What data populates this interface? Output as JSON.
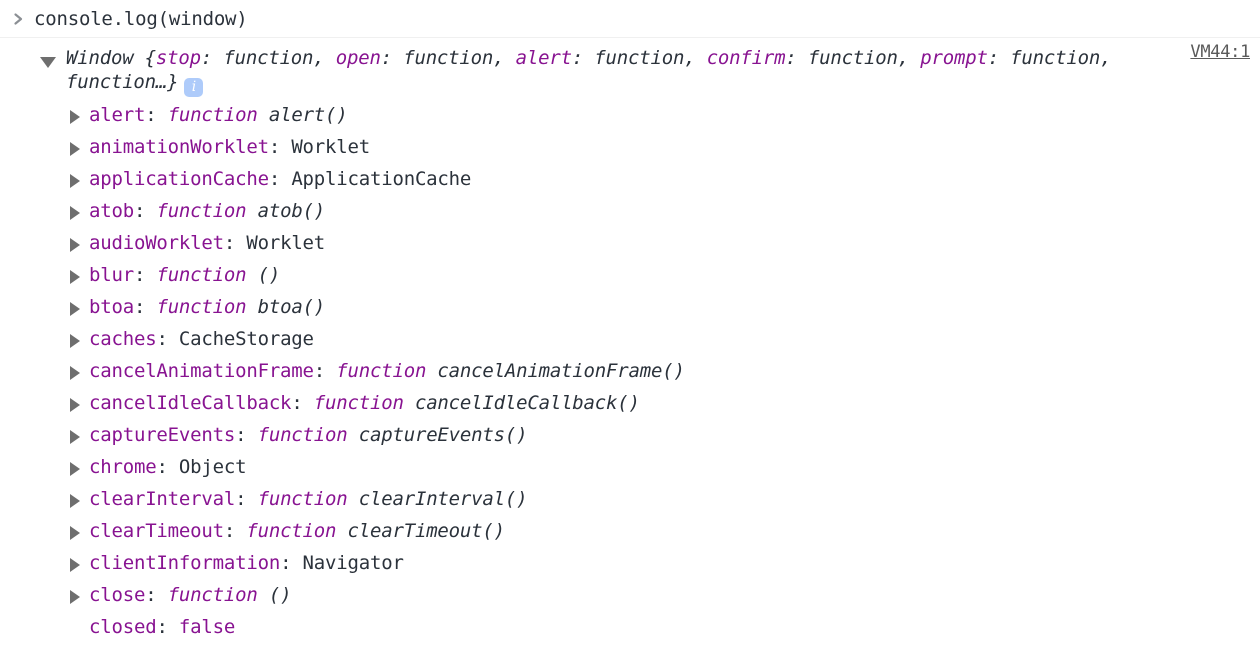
{
  "colors": {
    "property": "#881391",
    "text": "#2b323b",
    "link": "#5a5a5a",
    "triangle": "#6e6e6e",
    "info_badge": "#aecbfa",
    "divider": "#f0f0f0"
  },
  "prompt": {
    "caret_icon": "chevron-right-icon",
    "input_value": "console.log(window)"
  },
  "result": {
    "source_link": "VM44:1",
    "expand_icon": "triangle-down-icon",
    "info_icon": "info-badge-icon",
    "preview": {
      "constructor": "Window {",
      "entries": [
        {
          "key": "stop",
          "value": "function"
        },
        {
          "key": "open",
          "value": "function"
        },
        {
          "key": "alert",
          "value": "function"
        },
        {
          "key": "confirm",
          "value": "function"
        },
        {
          "key": "prompt",
          "value": "function"
        }
      ],
      "ellipsis_close": "function…}"
    },
    "properties": [
      {
        "expandable": true,
        "key": "alert",
        "kind": "function",
        "keyword": "function",
        "signature": "alert()"
      },
      {
        "expandable": true,
        "key": "animationWorklet",
        "kind": "object",
        "value": "Worklet"
      },
      {
        "expandable": true,
        "key": "applicationCache",
        "kind": "object",
        "value": "ApplicationCache"
      },
      {
        "expandable": true,
        "key": "atob",
        "kind": "function",
        "keyword": "function",
        "signature": "atob()"
      },
      {
        "expandable": true,
        "key": "audioWorklet",
        "kind": "object",
        "value": "Worklet"
      },
      {
        "expandable": true,
        "key": "blur",
        "kind": "function",
        "keyword": "function",
        "signature": "()"
      },
      {
        "expandable": true,
        "key": "btoa",
        "kind": "function",
        "keyword": "function",
        "signature": "btoa()"
      },
      {
        "expandable": true,
        "key": "caches",
        "kind": "object",
        "value": "CacheStorage"
      },
      {
        "expandable": true,
        "key": "cancelAnimationFrame",
        "kind": "function",
        "keyword": "function",
        "signature": "cancelAnimationFrame()"
      },
      {
        "expandable": true,
        "key": "cancelIdleCallback",
        "kind": "function",
        "keyword": "function",
        "signature": "cancelIdleCallback()"
      },
      {
        "expandable": true,
        "key": "captureEvents",
        "kind": "function",
        "keyword": "function",
        "signature": "captureEvents()"
      },
      {
        "expandable": true,
        "key": "chrome",
        "kind": "object",
        "value": "Object"
      },
      {
        "expandable": true,
        "key": "clearInterval",
        "kind": "function",
        "keyword": "function",
        "signature": "clearInterval()"
      },
      {
        "expandable": true,
        "key": "clearTimeout",
        "kind": "function",
        "keyword": "function",
        "signature": "clearTimeout()"
      },
      {
        "expandable": true,
        "key": "clientInformation",
        "kind": "object",
        "value": "Navigator"
      },
      {
        "expandable": true,
        "key": "close",
        "kind": "function",
        "keyword": "function",
        "signature": "()"
      },
      {
        "expandable": false,
        "key": "closed",
        "kind": "boolean",
        "value": "false"
      }
    ]
  }
}
